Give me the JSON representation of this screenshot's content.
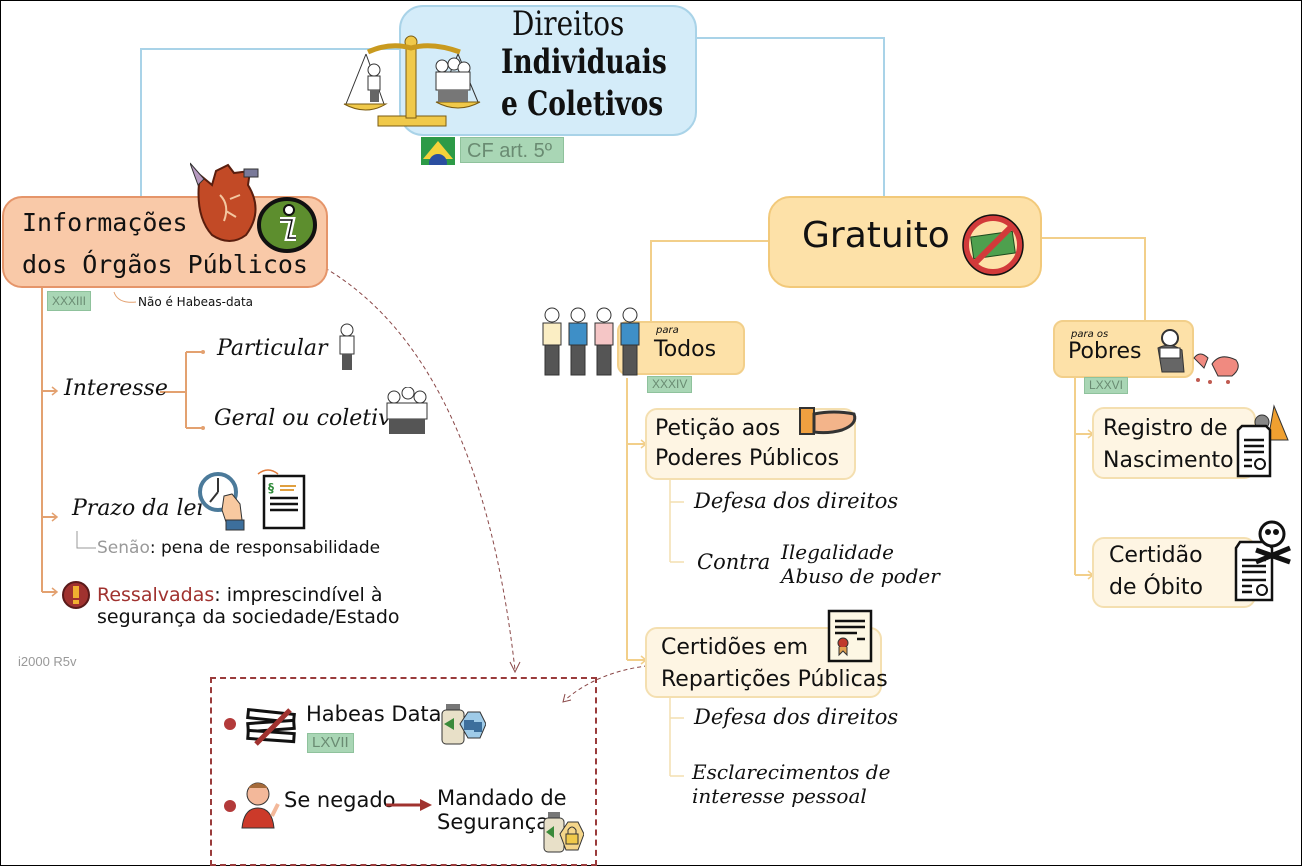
{
  "root": {
    "title_line1": "Direitos",
    "title_line2": "Individuais",
    "title_line3": "e Coletivos",
    "tag": "CF art. 5º",
    "icons": [
      "scale-of-justice-icon",
      "brazil-flag-icon"
    ]
  },
  "info_node": {
    "title_line1": "Informações",
    "title_line2": "dos Órgãos Públicos",
    "tag": "XXXIII",
    "note": "Não é Habeas-data",
    "icons": [
      "heart-icon",
      "info-icon"
    ],
    "branches": {
      "interesse": {
        "label": "Interesse",
        "children": [
          "Particular",
          "Geral ou coletivo"
        ]
      },
      "prazo": {
        "label": "Prazo da lei",
        "senao_label": "Senão",
        "senao_text": ": pena de responsabilidade"
      },
      "ressalvadas": {
        "label": "Ressalvadas",
        "text_line1": ": imprescindível à",
        "text_line2": "segurança da sociedade/Estado"
      }
    }
  },
  "watermark": "i2000 R5v",
  "remedies_box": {
    "habeas_data": "Habeas Data",
    "habeas_tag": "LXVII",
    "se_negado": "Se negado",
    "mandado_line1": "Mandado de",
    "mandado_line2": "Segurança"
  },
  "gratuito": {
    "title": "Gratuito",
    "todos": {
      "caption": "para",
      "label": "Todos",
      "tag": "XXXIV",
      "peticao": {
        "line1": "Petição aos",
        "line2": "Poderes Públicos",
        "children": [
          "Defesa dos direitos",
          "Contra"
        ],
        "contra_items": [
          "Ilegalidade",
          "Abuso de poder"
        ]
      },
      "certidoes": {
        "line1": "Certidões em",
        "line2": "Repartições Públicas",
        "children": [
          "Defesa dos direitos"
        ],
        "esclarecimentos_line1": "Esclarecimentos de",
        "esclarecimentos_line2": "interesse pessoal"
      }
    },
    "pobres": {
      "caption": "para os",
      "label": "Pobres",
      "tag": "LXXVI",
      "registro_line1": "Registro de",
      "registro_line2": "Nascimento",
      "obito_line1": "Certidão",
      "obito_line2": "de Óbito"
    }
  },
  "colors": {
    "root_fill": "#d4ecf9",
    "info_fill": "#f9c9a8",
    "gratuito_fill": "#fde1a8",
    "tag_fill": "#a9d6b5",
    "remedy_accent": "#b33a3a",
    "ressalvadas_text": "#a0322f"
  }
}
